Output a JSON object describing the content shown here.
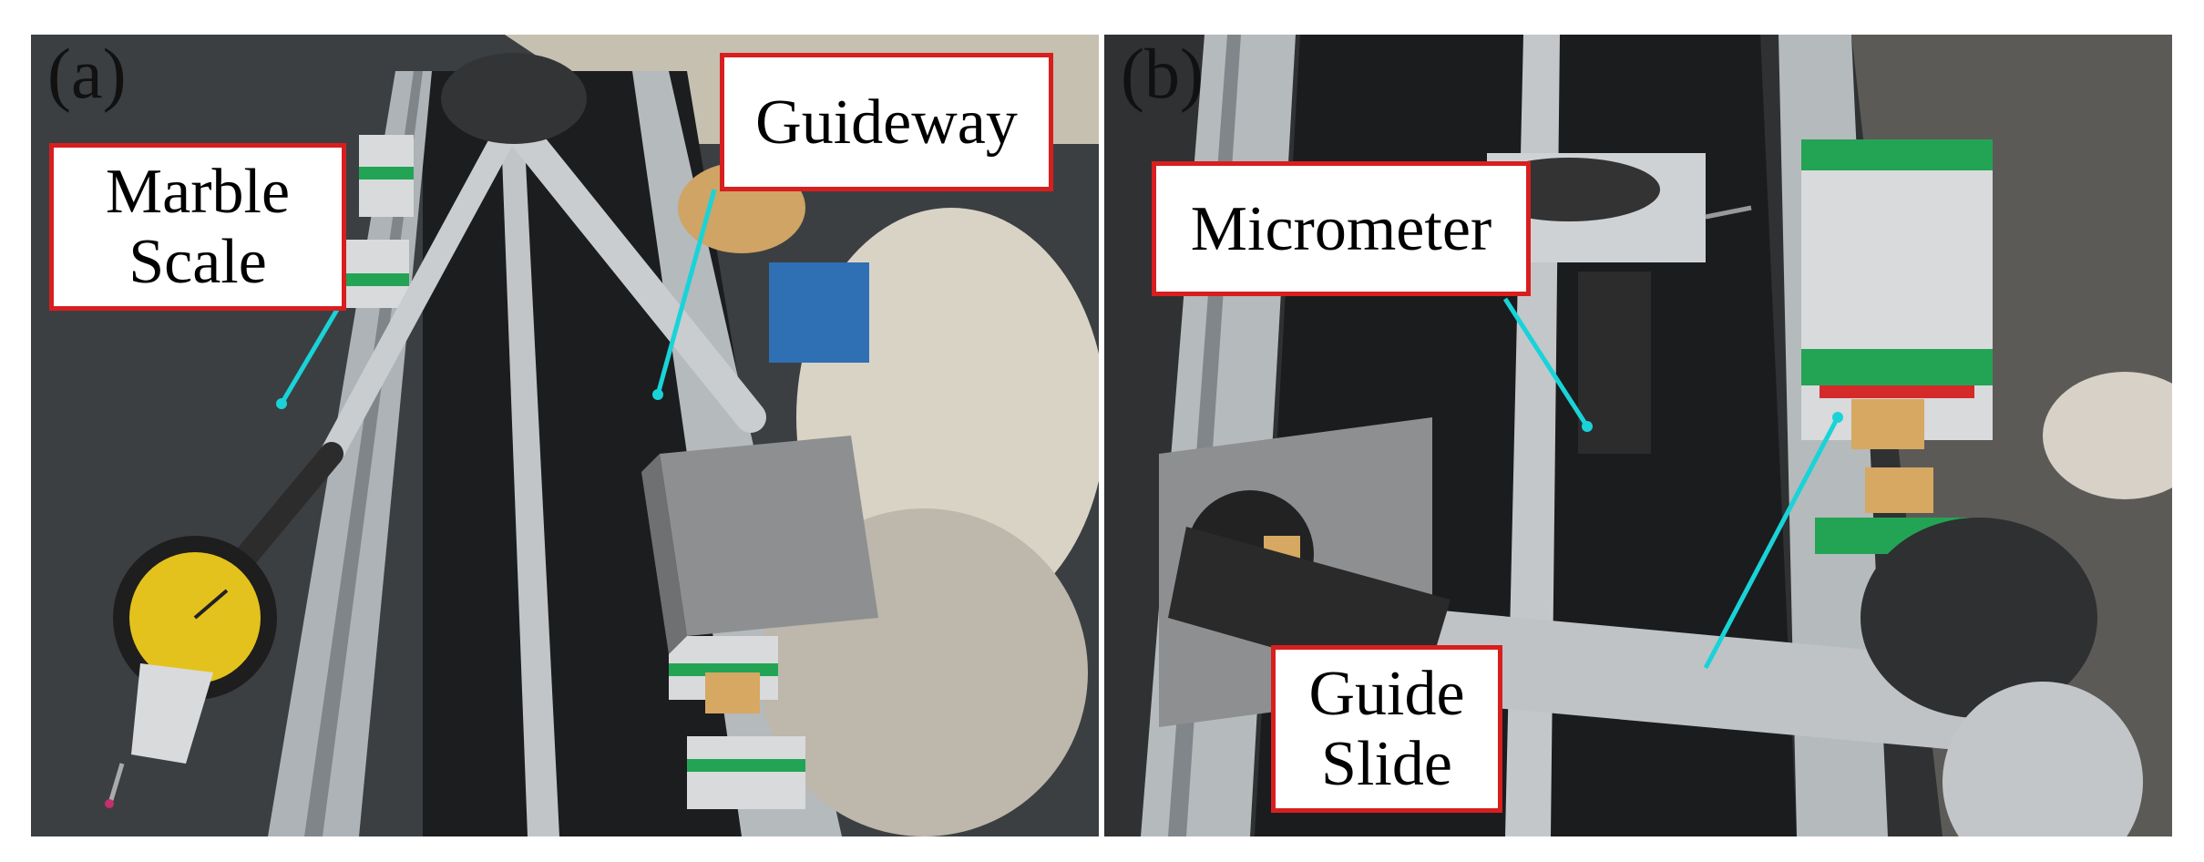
{
  "figure": {
    "panels": [
      {
        "letter": "(a)",
        "labels": [
          {
            "id": "marble",
            "lines": [
              "Marble",
              "Scale"
            ]
          },
          {
            "id": "guideway",
            "lines": [
              "Guideway"
            ]
          }
        ]
      },
      {
        "letter": "(b)",
        "labels": [
          {
            "id": "micrometer",
            "lines": [
              "Micrometer"
            ]
          },
          {
            "id": "guide_slide",
            "lines": [
              "Guide",
              "Slide"
            ]
          }
        ]
      }
    ]
  },
  "colors": {
    "label_border": "#d81e1e",
    "leader_line": "#19d3d8",
    "rail_green": "#23a455",
    "rail_red": "#d42a2a",
    "brass": "#d6a862",
    "steel": "#b9bec3",
    "marble": "#3c3f42"
  }
}
